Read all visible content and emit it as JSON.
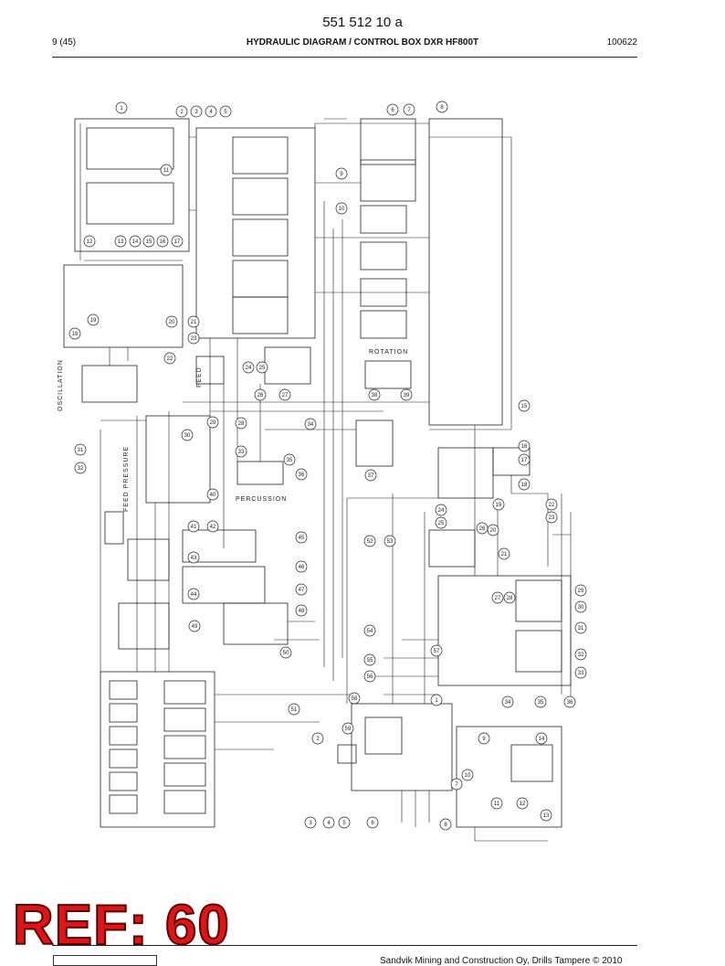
{
  "header": {
    "doc_number": "551 512 10 a",
    "page": "9 (45)",
    "title": "HYDRAULIC DIAGRAM / CONTROL BOX DXR HF800T",
    "date_code": "100622"
  },
  "diagram": {
    "section_labels": [
      "PERCUSSION",
      "FEED",
      "ROTATION",
      "OSCILLATION",
      "FEED PRESSURE"
    ],
    "callouts": [
      "1",
      "2",
      "3",
      "4",
      "5",
      "6",
      "7",
      "8",
      "9",
      "10",
      "11",
      "12",
      "13",
      "14",
      "15",
      "16",
      "17",
      "18",
      "19",
      "20",
      "21",
      "22",
      "23",
      "24",
      "25",
      "26",
      "27",
      "28",
      "29",
      "30",
      "31",
      "32",
      "33",
      "34",
      "35",
      "36",
      "37",
      "38",
      "39",
      "40",
      "41",
      "42",
      "43",
      "44",
      "45",
      "46",
      "47",
      "48",
      "49",
      "50",
      "51",
      "52",
      "53",
      "54",
      "55",
      "56",
      "57",
      "58",
      "59"
    ]
  },
  "stamp": {
    "text": "REF: 60"
  },
  "footer": {
    "copyright": "Sandvik Mining and Construction Oy, Drills Tampere © 2010"
  },
  "colors": {
    "line": "#222222",
    "stamp": "#e01414"
  }
}
